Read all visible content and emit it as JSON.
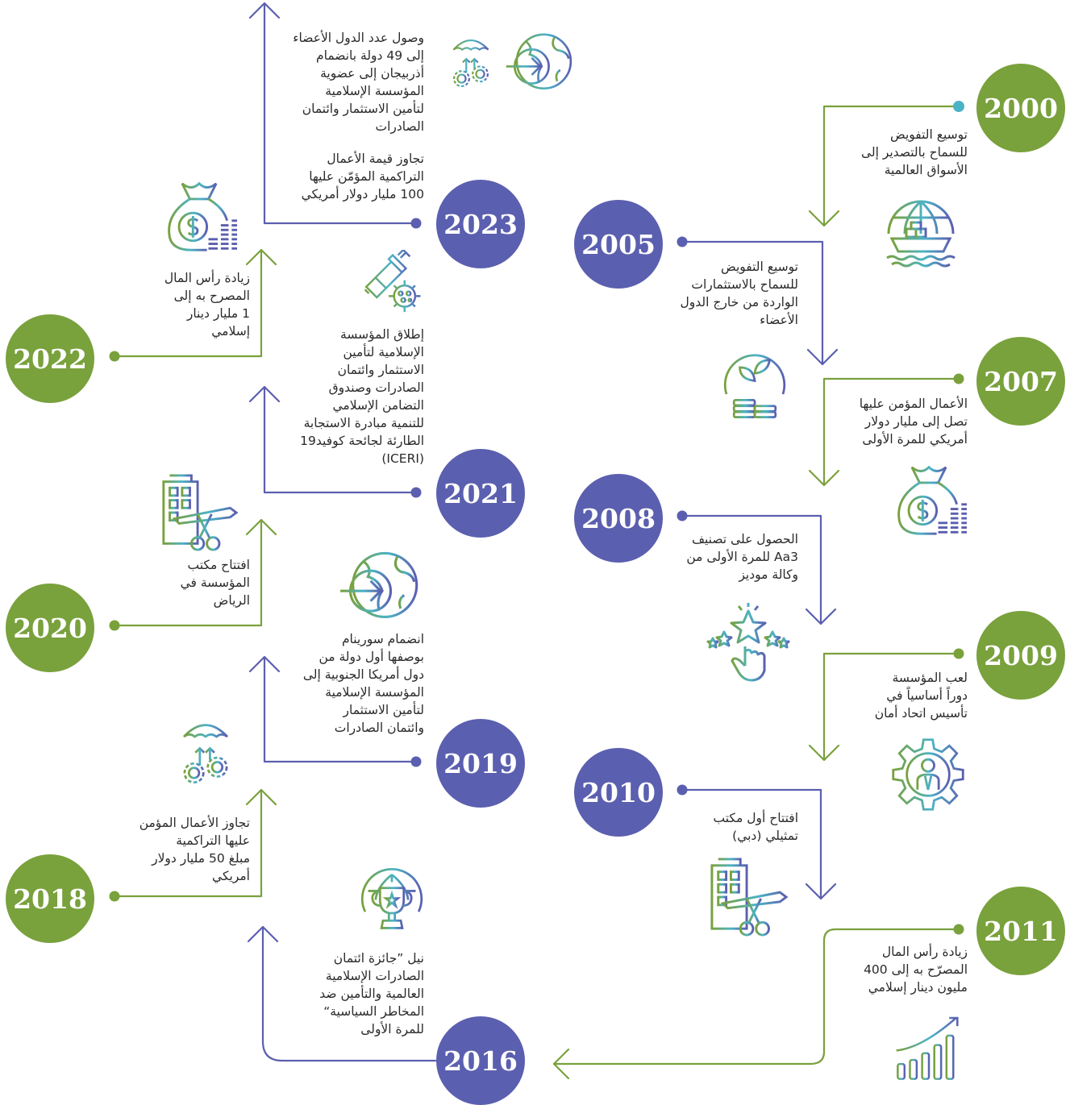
{
  "colors": {
    "green": "#79a13c",
    "blue": "#5b5faf",
    "text": "#2a2a2a",
    "teal": "#4bb3c6"
  },
  "milestones": [
    {
      "year": "2000",
      "text": "توسيع التفويض\nللسماح بالتصدير إلى\nالأسواق العالمية",
      "icon": "globe-ship-icon"
    },
    {
      "year": "2005",
      "text": "توسيع التفويض\nللسماح بالاستثمارات\nالواردة  من خارج الدول\nالأعضاء",
      "icon": "plant-coins-icon"
    },
    {
      "year": "2007",
      "text": "الأعمال المؤمن عليها\nتصل إلى مليار دولار\nأمريكي للمرة الأولى",
      "icon": "money-bag-icon"
    },
    {
      "year": "2008",
      "text": "الحصول على تصنيف\nAa3 للمرة الأولى من\nوكالة موديز",
      "icon": "rating-stars-icon"
    },
    {
      "year": "2009",
      "text": "لعب المؤسسة\nدوراً أساسياً في\nتأسيس اتحاد أمان",
      "icon": "gear-person-icon"
    },
    {
      "year": "2010",
      "text": "افتتاح أول مكتب\nتمثيلي (دبي)",
      "icon": "office-opening-icon"
    },
    {
      "year": "2011",
      "text": "زيادة رأس المال\nالمصرّح به إلى 400\nمليون دينار إسلامي",
      "icon": "growth-chart-icon"
    },
    {
      "year": "2016",
      "text": "نيل ”جائزة ائتمان\nالصادرات الإسلامية\nالعالمية والتأمين ضد\nالمخاطر السياسية“\nللمرة الأولى",
      "icon": "trophy-globe-icon"
    },
    {
      "year": "2018",
      "text": "تجاوز الأعمال المؤمن\nعليها التراكمية\nمبلغ 50 مليار دولار\nأمريكي",
      "icon": "umbrella-gears-icon"
    },
    {
      "year": "2019",
      "text": "انضمام سورينام\nبوصفها أول دولة من\nدول أمريكا الجنوبية إلى\nالمؤسسة الإسلامية\nلتأمين الاستثمار\nوائتمان الصادرات",
      "icon": "globe-arrow-icon"
    },
    {
      "year": "2020",
      "text": "افتتاح مكتب\nالمؤسسة في\nالرياض",
      "icon": "office-opening-icon"
    },
    {
      "year": "2021",
      "text": "إطلاق المؤسسة\nالإسلامية لتأمين\nالاستثمار وائتمان\nالصادرات وصندوق\nالتضامن الإسلامي\nللتنمية مبادرة الاستجابة\nالطارئة لجائحة كوفيد19\n(ICERI)",
      "icon": "vaccine-virus-icon"
    },
    {
      "year": "2022",
      "text": "زيادة رأس المال\nالمصرح به إلى\n1 مليار دينار\nإسلامي",
      "icon": "money-bag-icon"
    },
    {
      "year": "2023",
      "text": "تجاوز قيمة الأعمال\nالتراكمية المؤمّن عليها\n100 مليار دولار أمريكي",
      "text2": "وصول عدد الدول الأعضاء\nإلى   49 دولة بانضمام\nأذربيجان إلى عضوية\nالمؤسسة الإسلامية\nلتأمين الاستثمار وائتمان\nالصادرات",
      "icon": "umbrella-gears-icon",
      "icon2": "globe-arrow-icon"
    }
  ]
}
